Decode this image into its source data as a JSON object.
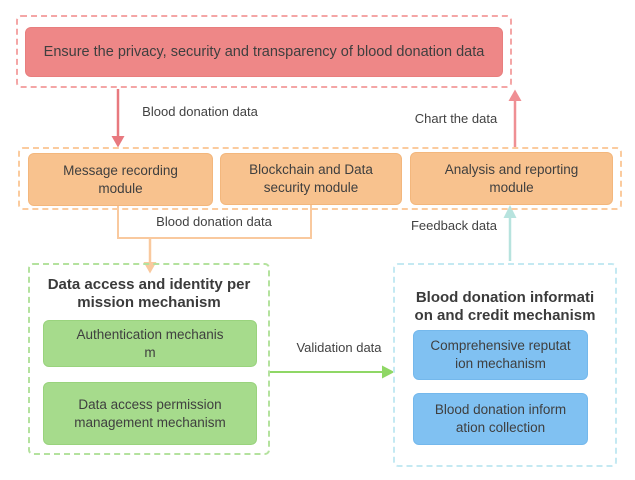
{
  "goal": {
    "label": "Ensure the privacy, security and transparency of blood donation data"
  },
  "arrows": {
    "blood_donation_top": "Blood donation data",
    "chart_the_data": "Chart the data",
    "blood_donation_mid": "Blood donation data",
    "feedback_data": "Feedback data",
    "validation_data": "Validation data"
  },
  "middle": {
    "modules": [
      {
        "lines": [
          "Message recording",
          "module"
        ]
      },
      {
        "lines": [
          "Blockchain and Data",
          "security module"
        ]
      },
      {
        "lines": [
          "Analysis and reporting",
          "module"
        ]
      }
    ]
  },
  "access_group": {
    "title_lines": [
      "Data access and identity per",
      "mission mechanism"
    ],
    "items": [
      {
        "lines": [
          "Authentication mechanis",
          "m"
        ]
      },
      {
        "lines": [
          "Data access permission",
          "management mechanism"
        ]
      }
    ]
  },
  "credit_group": {
    "title_lines": [
      "Blood donation informati",
      "on and credit mechanism"
    ],
    "items": [
      {
        "lines": [
          "Comprehensive reputat",
          "ion mechanism"
        ]
      },
      {
        "lines": [
          "Blood donation inform",
          "ation collection"
        ]
      }
    ]
  },
  "colors": {
    "text": "#3f3f3f",
    "goal_fill": "#ee8787",
    "goal_border": "#e87e7e",
    "top_dash": "#f4a6a6",
    "module_fill": "#f8c28e",
    "module_border": "#f3b77d",
    "mid_dash": "#fbcb9e",
    "access_dash": "#b4e29e",
    "access_fill": "#a6db8c",
    "access_border": "#99d37d",
    "credit_dash": "#c4e9f2",
    "credit_fill": "#80c1f2",
    "credit_border": "#74b8ec",
    "arrow_red": "#e8797f",
    "arrow_pink": "#ef8f94",
    "arrow_orange": "#f9c99e",
    "arrow_teal": "#b7e3de",
    "arrow_green": "#8fd765"
  }
}
